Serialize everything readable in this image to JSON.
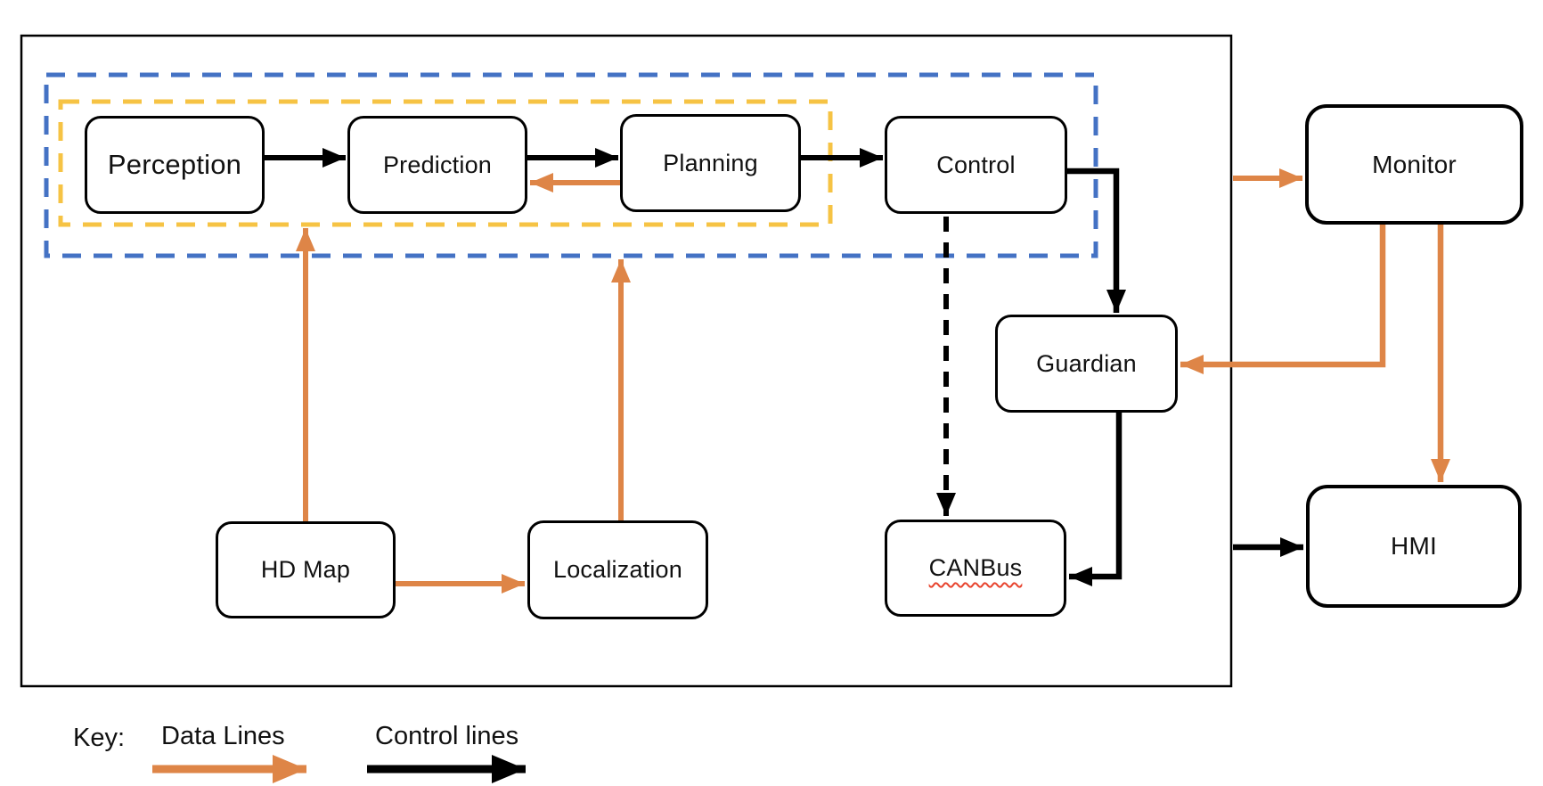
{
  "diagram": {
    "nodes": {
      "perception": "Perception",
      "prediction": "Prediction",
      "planning": "Planning",
      "control": "Control",
      "guardian": "Guardian",
      "canbus": "CANBus",
      "hd_map": "HD Map",
      "localization": "Localization",
      "monitor": "Monitor",
      "hmi": "HMI"
    },
    "groups": {
      "outer_dashed_blue": "planning-modules-group",
      "inner_dashed_yellow": "perception-planning-subgroup"
    },
    "edges": [
      {
        "from": "Perception",
        "to": "Prediction",
        "type": "control"
      },
      {
        "from": "Prediction",
        "to": "Planning",
        "type": "control"
      },
      {
        "from": "Planning",
        "to": "Prediction",
        "type": "data"
      },
      {
        "from": "Planning",
        "to": "Control",
        "type": "control"
      },
      {
        "from": "Control",
        "to": "Guardian",
        "type": "control"
      },
      {
        "from": "Control",
        "to": "CANBus",
        "type": "control-dashed"
      },
      {
        "from": "Guardian",
        "to": "CANBus",
        "type": "control"
      },
      {
        "from": "HD Map",
        "to": "Perception",
        "type": "data"
      },
      {
        "from": "HD Map",
        "to": "Localization",
        "type": "data"
      },
      {
        "from": "Localization",
        "to": "Planning",
        "type": "data"
      },
      {
        "from": "system-boundary",
        "to": "Monitor",
        "type": "data"
      },
      {
        "from": "Monitor",
        "to": "Guardian",
        "type": "data"
      },
      {
        "from": "Monitor",
        "to": "HMI",
        "type": "data"
      },
      {
        "from": "system-boundary",
        "to": "HMI",
        "type": "control"
      }
    ],
    "legend": {
      "key": "Key:",
      "data_lines": "Data Lines",
      "control_lines": "Control lines"
    },
    "colors": {
      "data_line_orange": "#de8547",
      "control_line_black": "#000000",
      "group_dashed_blue": "#4472c4",
      "group_dashed_yellow": "#f6c344",
      "spellcheck_squiggle_red": "#e8442e",
      "node_border": "#000000",
      "background": "#ffffff"
    }
  }
}
